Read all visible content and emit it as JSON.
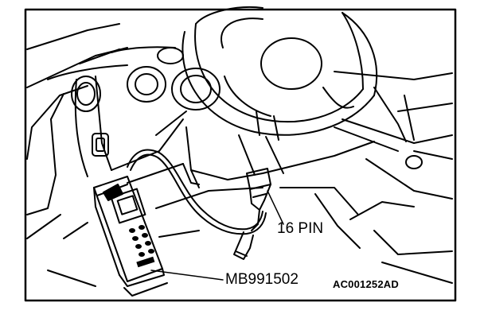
{
  "labels": {
    "connector": "16 PIN",
    "tool_part_number": "MB991502",
    "figure_code": "AC001252AD"
  }
}
